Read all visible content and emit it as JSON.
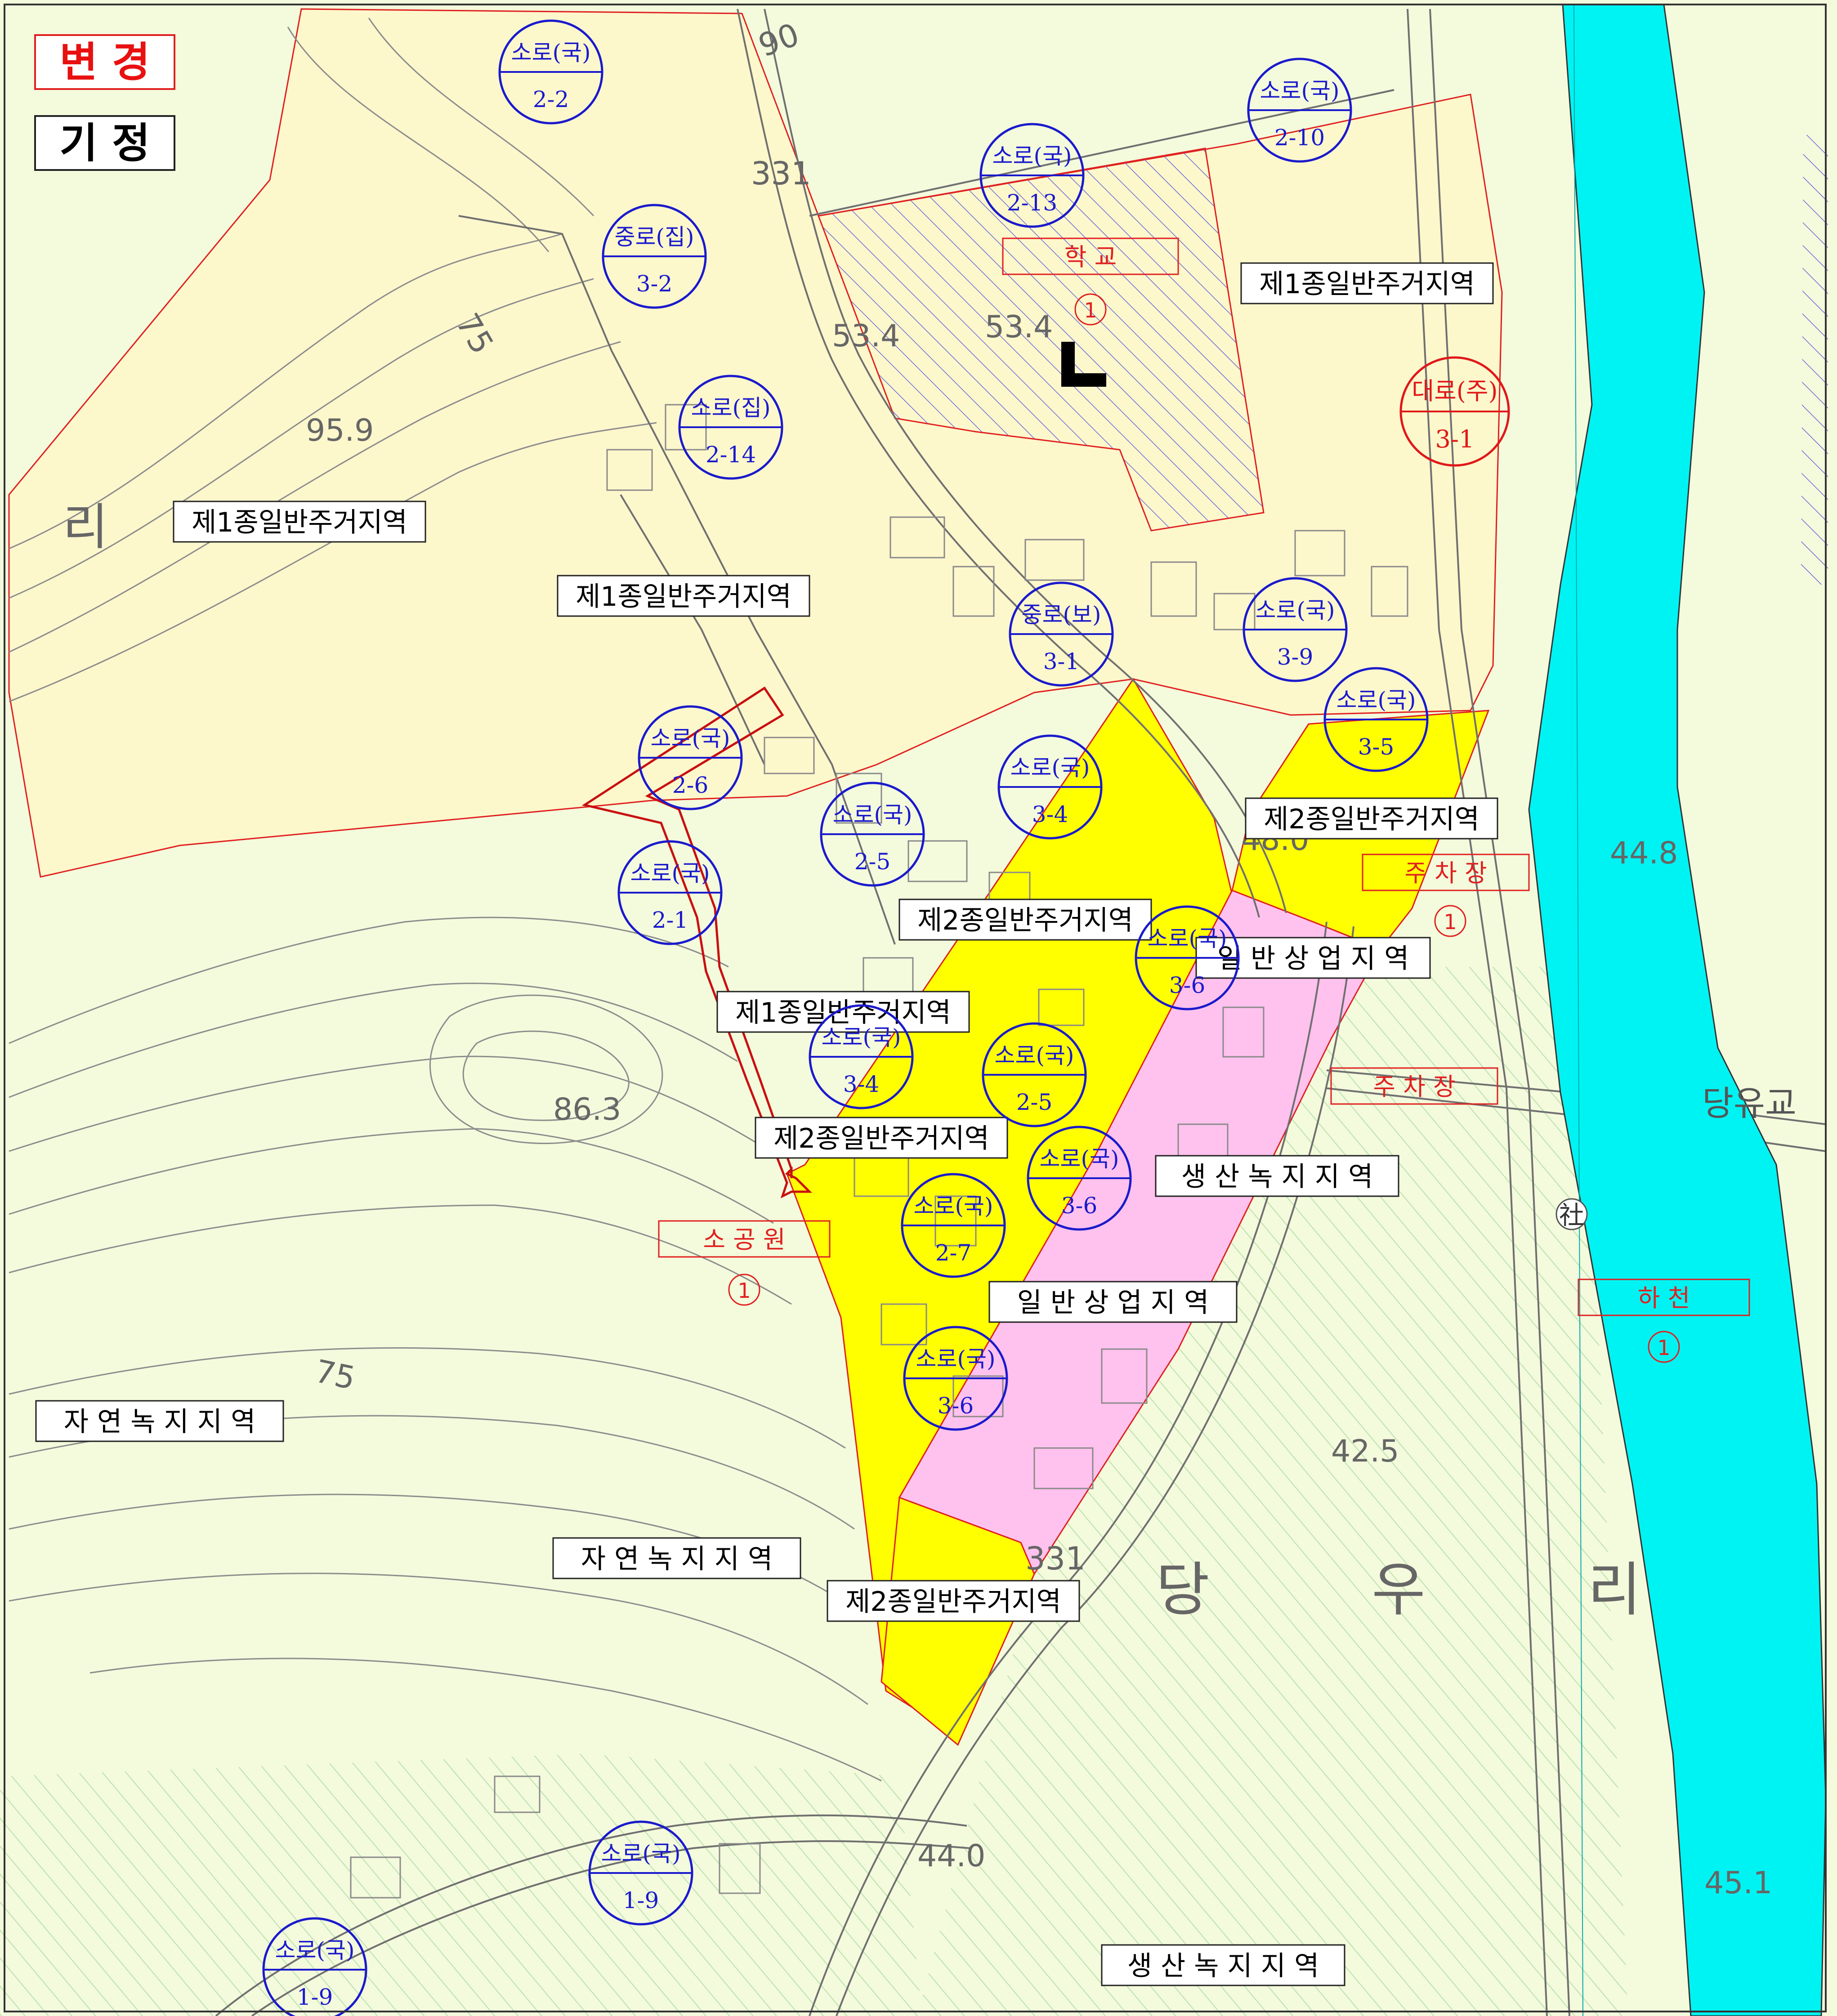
{
  "legend": {
    "change": "변 경",
    "existing": "기 정"
  },
  "colors": {
    "background": "#f4fadc",
    "residential_class1": "#fdf7cc",
    "residential_class2": "#ffff00",
    "commercial": "#ffc2ee",
    "river": "#00f3f3",
    "boundary": "#e02020",
    "route": "#1a1acc",
    "new_route": "#e01818",
    "contour": "#8c8c8c",
    "green_hatch": "#b8e2b0"
  },
  "place_names": {
    "ri_west": "리",
    "dangu_1": "당",
    "dangu_2": "우",
    "dangu_3": "리",
    "bridge": "당유교",
    "shrine": "社"
  },
  "route_badges": [
    {
      "top": "소로(국)",
      "bottom": "2-2"
    },
    {
      "top": "중로(집)",
      "bottom": "3-2"
    },
    {
      "top": "소로(국)",
      "bottom": "2-13"
    },
    {
      "top": "소로(국)",
      "bottom": "2-10"
    },
    {
      "top": "소로(집)",
      "bottom": "2-14"
    },
    {
      "top": "중로(보)",
      "bottom": "3-1"
    },
    {
      "top": "소로(국)",
      "bottom": "3-9"
    },
    {
      "top": "소로(국)",
      "bottom": "3-5"
    },
    {
      "top": "소로(국)",
      "bottom": "2-6"
    },
    {
      "top": "소로(국)",
      "bottom": "3-4"
    },
    {
      "top": "소로(국)",
      "bottom": "2-5"
    },
    {
      "top": "소로(국)",
      "bottom": "2-1"
    },
    {
      "top": "소로(국)",
      "bottom": "3-6"
    },
    {
      "top": "소로(국)",
      "bottom": "3-4"
    },
    {
      "top": "소로(국)",
      "bottom": "2-5"
    },
    {
      "top": "소로(국)",
      "bottom": "3-6"
    },
    {
      "top": "소로(국)",
      "bottom": "2-7"
    },
    {
      "top": "소로(국)",
      "bottom": "3-6"
    },
    {
      "top": "소로(국)",
      "bottom": "1-9"
    },
    {
      "top": "소로(국)",
      "bottom": "1-9"
    }
  ],
  "red_badge": {
    "top": "대로(주)",
    "bottom": "3-1"
  },
  "zone_labels": [
    "제1종일반주거지역",
    "제1종일반주거지역",
    "제1종일반주거지역",
    "제2종일반주거지역",
    "제2종일반주거지역",
    "제1종일반주거지역",
    "제2종일반주거지역",
    "일 반 상 업 지 역",
    "생 산 녹 지 지 역",
    "일 반 상 업 지 역",
    "자 연 녹 지 지 역",
    "자 연 녹 지 지 역",
    "제2종일반주거지역",
    "생 산 녹 지 지 역"
  ],
  "facilities": [
    {
      "label": "학    교",
      "number": "1"
    },
    {
      "label": "주   차   장",
      "number": "1"
    },
    {
      "label": "주   차   장",
      "number": ""
    },
    {
      "label": "소   공   원",
      "number": "1"
    },
    {
      "label": "하          천",
      "number": "1"
    }
  ],
  "elevations": [
    "95.9",
    "53.4",
    "53.4",
    "86.3",
    "44.8",
    "42.5",
    "44.0",
    "45.1",
    "48.0"
  ],
  "contour_labels": [
    "75",
    "75"
  ],
  "road_numbers": [
    "331",
    "331",
    "06"
  ]
}
